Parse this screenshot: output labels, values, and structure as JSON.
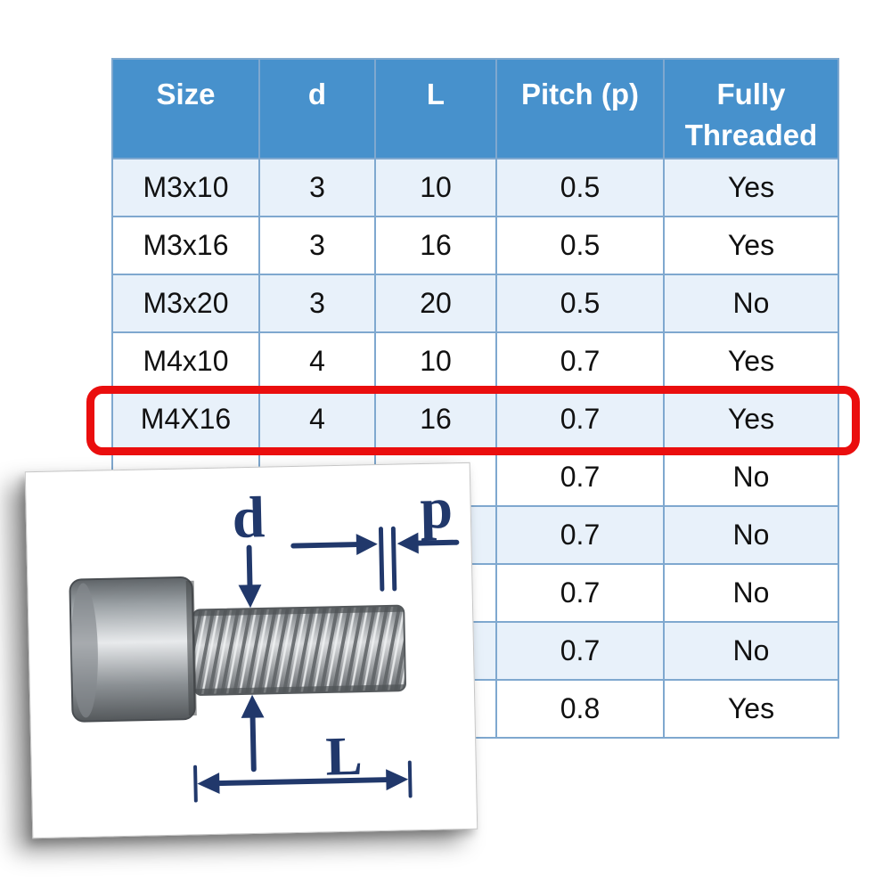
{
  "table": {
    "headers": [
      "Size",
      "d",
      "L",
      "Pitch (p)",
      "Fully Threaded"
    ],
    "column_keys": [
      "size",
      "d",
      "L",
      "pitch",
      "fully_threaded"
    ],
    "rows": [
      {
        "size": "M3x10",
        "d": "3",
        "L": "10",
        "pitch": "0.5",
        "fully_threaded": "Yes",
        "highlighted": false
      },
      {
        "size": "M3x16",
        "d": "3",
        "L": "16",
        "pitch": "0.5",
        "fully_threaded": "Yes",
        "highlighted": false
      },
      {
        "size": "M3x20",
        "d": "3",
        "L": "20",
        "pitch": "0.5",
        "fully_threaded": "No",
        "highlighted": false
      },
      {
        "size": "M4x10",
        "d": "4",
        "L": "10",
        "pitch": "0.7",
        "fully_threaded": "Yes",
        "highlighted": false
      },
      {
        "size": "M4X16",
        "d": "4",
        "L": "16",
        "pitch": "0.7",
        "fully_threaded": "Yes",
        "highlighted": true
      },
      {
        "size": "",
        "d": "",
        "L": "",
        "pitch": "0.7",
        "fully_threaded": "No",
        "highlighted": false
      },
      {
        "size": "",
        "d": "",
        "L": "",
        "pitch": "0.7",
        "fully_threaded": "No",
        "highlighted": false
      },
      {
        "size": "",
        "d": "",
        "L": "",
        "pitch": "0.7",
        "fully_threaded": "No",
        "highlighted": false
      },
      {
        "size": "",
        "d": "",
        "L": "",
        "pitch": "0.7",
        "fully_threaded": "No",
        "highlighted": false
      },
      {
        "size": "",
        "d": "",
        "L": "",
        "pitch": "0.8",
        "fully_threaded": "Yes",
        "highlighted": false
      }
    ],
    "colors": {
      "header_bg": "#4791cc",
      "header_text": "#ffffff",
      "row_bg": "#ffffff",
      "row_alt_bg": "#e8f1fa",
      "grid_border": "#7fa8cf",
      "highlight_border": "#ea0e0e"
    }
  },
  "diagram": {
    "labels": {
      "diameter": "d",
      "pitch": "p",
      "length": "L"
    },
    "annotation_color": "#21386b"
  }
}
